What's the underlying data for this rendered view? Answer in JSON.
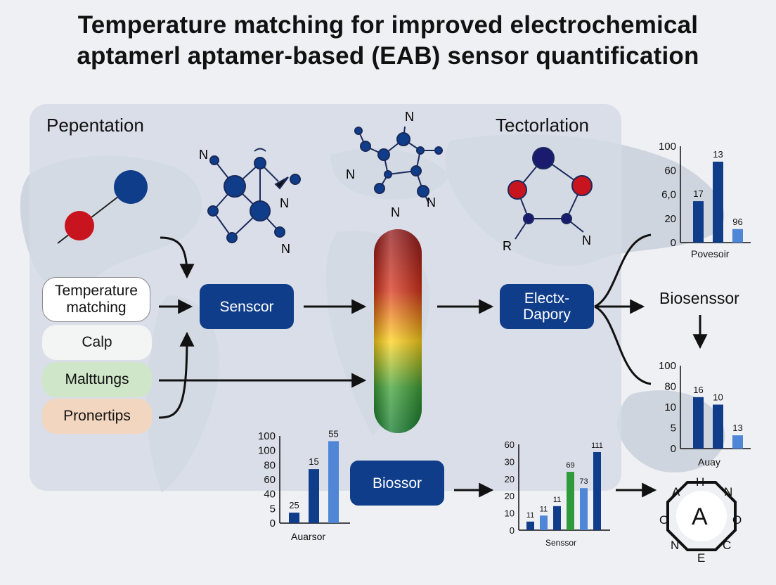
{
  "title": {
    "line1": "Temperature matching for improved electrochemical",
    "line2": "aptamerl aptamer-based (EAB) sensor quantification"
  },
  "headings": {
    "left": "Pepentation",
    "right": "Tectorlation"
  },
  "inputs": [
    {
      "label": "Temperature matching",
      "color": "#ffffff"
    },
    {
      "label": "Calp",
      "color": "#f3f5f4"
    },
    {
      "label": "Malttungs",
      "color": "#cfe6c9"
    },
    {
      "label": "Pronertips",
      "color": "#f2d6bf"
    }
  ],
  "nodes": {
    "sensor": "Senscor",
    "electx": "Electx-Dapory",
    "biossor": "Biossor",
    "biosensor": "Biosenssor"
  },
  "molecule_labels": {
    "m1": [
      "N",
      "N",
      "N"
    ],
    "m2": [
      "N",
      "N",
      "N",
      "N"
    ],
    "m3": [
      "R",
      "N"
    ]
  },
  "ring": {
    "center": "A",
    "atoms": [
      "H",
      "N",
      "O",
      "C",
      "E",
      "N",
      "O",
      "A"
    ]
  },
  "colors": {
    "primary": "#0f3d8a",
    "light_bar": "#4f86d6",
    "green_bar": "#2f9a3a",
    "red_atom": "#c8141e"
  },
  "chart_data": [
    {
      "type": "bar",
      "title": "",
      "xlabel": "Povesoir",
      "yticks": [
        "100",
        "60",
        "6,0",
        "20",
        "0"
      ],
      "categories": [
        "",
        "",
        ""
      ],
      "values": [
        17,
        13,
        96
      ],
      "data_labels": [
        "17",
        "13",
        "96"
      ],
      "bar_levels": [
        0.43,
        0.84,
        0.14
      ],
      "bar_colors": [
        "#0f3d8a",
        "#0f3d8a",
        "#4f86d6"
      ]
    },
    {
      "type": "bar",
      "title": "",
      "xlabel": "Auay",
      "yticks": [
        "100",
        "80",
        "10",
        "5",
        "0"
      ],
      "categories": [
        "",
        "",
        ""
      ],
      "values": [
        16,
        10,
        13
      ],
      "data_labels": [
        "16",
        "10",
        "13"
      ],
      "bar_levels": [
        0.62,
        0.53,
        0.16
      ],
      "bar_colors": [
        "#0f3d8a",
        "#0f3d8a",
        "#4f86d6"
      ]
    },
    {
      "type": "bar",
      "title": "",
      "xlabel": "Auarsor",
      "yticks": [
        "100",
        "100",
        "80",
        "60",
        "40",
        "5",
        "0"
      ],
      "categories": [
        "",
        "",
        ""
      ],
      "values": [
        25,
        15,
        55
      ],
      "data_labels": [
        "25",
        "15",
        "55"
      ],
      "bar_levels": [
        0.12,
        0.62,
        0.94
      ],
      "bar_colors": [
        "#0f3d8a",
        "#0f3d8a",
        "#4f86d6"
      ]
    },
    {
      "type": "bar",
      "title": "",
      "xlabel": "Senssor",
      "yticks": [
        "60",
        "30",
        "20",
        "20",
        "10",
        "0"
      ],
      "categories": [
        "",
        "",
        "",
        "",
        "",
        ""
      ],
      "values": [
        11,
        11,
        11,
        69,
        73,
        111
      ],
      "data_labels": [
        "11",
        "11",
        "11",
        "69",
        "73",
        "111"
      ],
      "bar_levels": [
        0.1,
        0.17,
        0.28,
        0.68,
        0.49,
        0.91
      ],
      "bar_colors": [
        "#0f3d8a",
        "#4f86d6",
        "#0f3d8a",
        "#2f9a3a",
        "#4f86d6",
        "#0f3d8a"
      ]
    }
  ]
}
